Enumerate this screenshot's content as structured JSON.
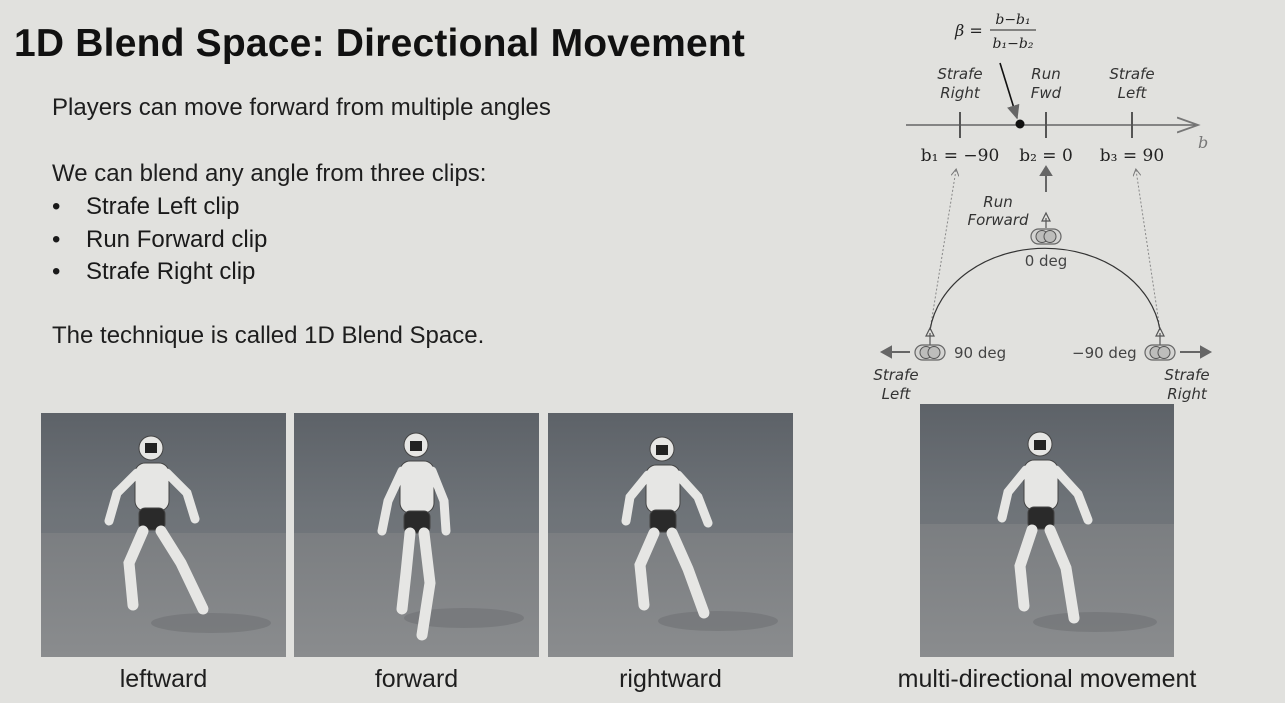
{
  "slide": {
    "title": "1D Blend Space: Directional Movement",
    "intro": "Players can move forward from multiple angles",
    "lead": "We can blend any angle from three clips:",
    "bullets": [
      "Strafe Left clip",
      "Run Forward clip",
      "Strafe Right clip"
    ],
    "conclusion": "The technique is called 1D Blend Space.",
    "bullet_glyph": "•"
  },
  "diagram": {
    "formula": {
      "lhs": "β =",
      "numerator": "b−b₁",
      "denominator": "b₁−b₂"
    },
    "axis_labels": {
      "left_line1": "Strafe",
      "left_line2": "Right",
      "mid_line1": "Run",
      "mid_line2": "Fwd",
      "right_line1": "Strafe",
      "right_line2": "Left",
      "axis_var": "b"
    },
    "ticks": [
      "b₁ = −90",
      "b₂ = 0",
      "b₃ = 90"
    ],
    "arc": {
      "top_label_line1": "Run",
      "top_label_line2": "Forward",
      "top_deg": "0 deg",
      "left_deg": "90 deg",
      "right_deg": "−90 deg",
      "left_label_line1": "Strafe",
      "left_label_line2": "Left",
      "right_label_line1": "Strafe",
      "right_label_line2": "Right"
    },
    "colors": {
      "arrow": "#666666",
      "line": "#555555",
      "text": "#333333"
    }
  },
  "images": [
    {
      "caption": "leftward",
      "pose": "crouch-left"
    },
    {
      "caption": "forward",
      "pose": "walk-forward"
    },
    {
      "caption": "rightward",
      "pose": "crouch-right"
    },
    {
      "caption": "multi-directional movement",
      "pose": "crouch-blend"
    }
  ]
}
